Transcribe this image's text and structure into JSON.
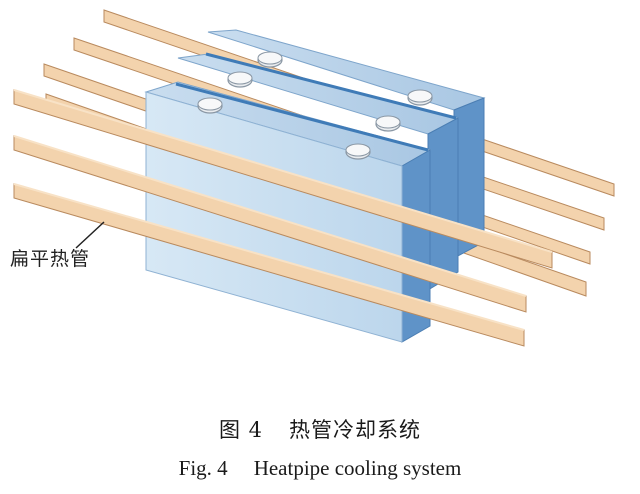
{
  "diagram": {
    "callout_label": "扁平热管",
    "colors": {
      "heatpipe_face": "#f3d3ad",
      "heatpipe_top": "#f8e2c6",
      "heatpipe_edge": "#b98a5e",
      "block_front": "#c8dff0",
      "block_top": "#b8d2e8",
      "block_side": "#5f93c8",
      "groove": "#3f7bb7",
      "bolt": "#e9ecef"
    },
    "icons": [
      "heatpipe-bar",
      "cooling-block",
      "bolt-head",
      "leader-line"
    ]
  },
  "caption": {
    "cn_fig": "图 4",
    "cn_title": "热管冷却系统",
    "en_fig": "Fig. 4",
    "en_title": "Heatpipe cooling system"
  }
}
